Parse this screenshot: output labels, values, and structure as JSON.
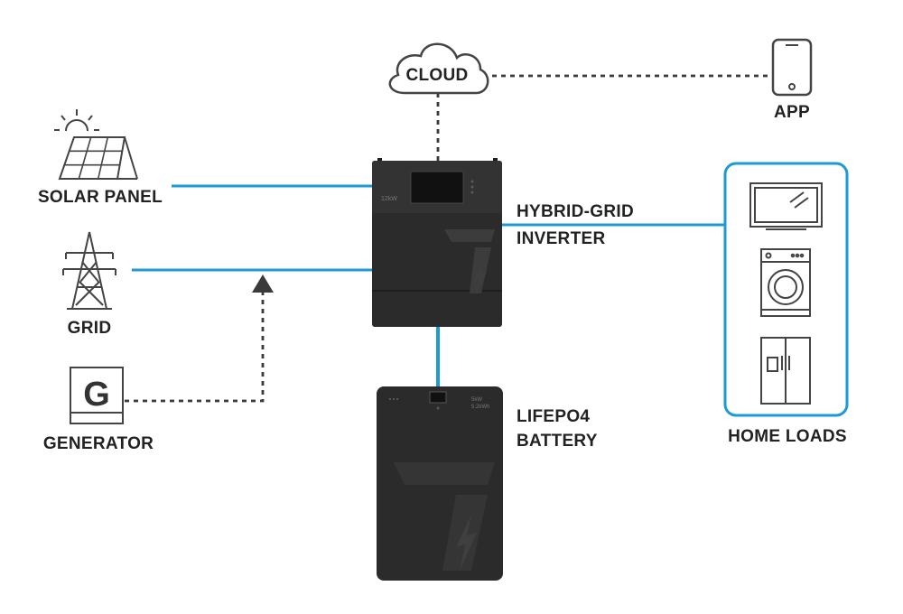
{
  "colors": {
    "power_line": "#1d9ad6",
    "data_line": "#3a3a3a",
    "device_body": "#2b2b2b",
    "device_dark": "#1e1e1e",
    "icon_stroke": "#444444",
    "text": "#222222",
    "home_box_border": "#1d9ad6"
  },
  "nodes": {
    "cloud": {
      "label": "CLOUD",
      "icon": "cloud-icon"
    },
    "app": {
      "label": "APP",
      "icon": "phone-icon"
    },
    "solar": {
      "label": "SOLAR PANEL",
      "icon": "solar-panel-icon"
    },
    "grid": {
      "label": "GRID",
      "icon": "power-tower-icon"
    },
    "generator": {
      "label": "GENERATOR",
      "icon": "generator-icon",
      "badge": "G"
    },
    "inverter": {
      "label_line1": "HYBRID-GRID",
      "label_line2": "INVERTER",
      "brand": "12kW",
      "icon": "inverter-icon"
    },
    "battery": {
      "label_line1": "LIFEPO4",
      "label_line2": "BATTERY",
      "spec_line1": "5kW",
      "spec_line2": "5.2kWh",
      "icon": "battery-icon"
    },
    "home_loads": {
      "label": "HOME LOADS",
      "icons": [
        "tv-icon",
        "washing-machine-icon",
        "refrigerator-icon"
      ]
    }
  }
}
